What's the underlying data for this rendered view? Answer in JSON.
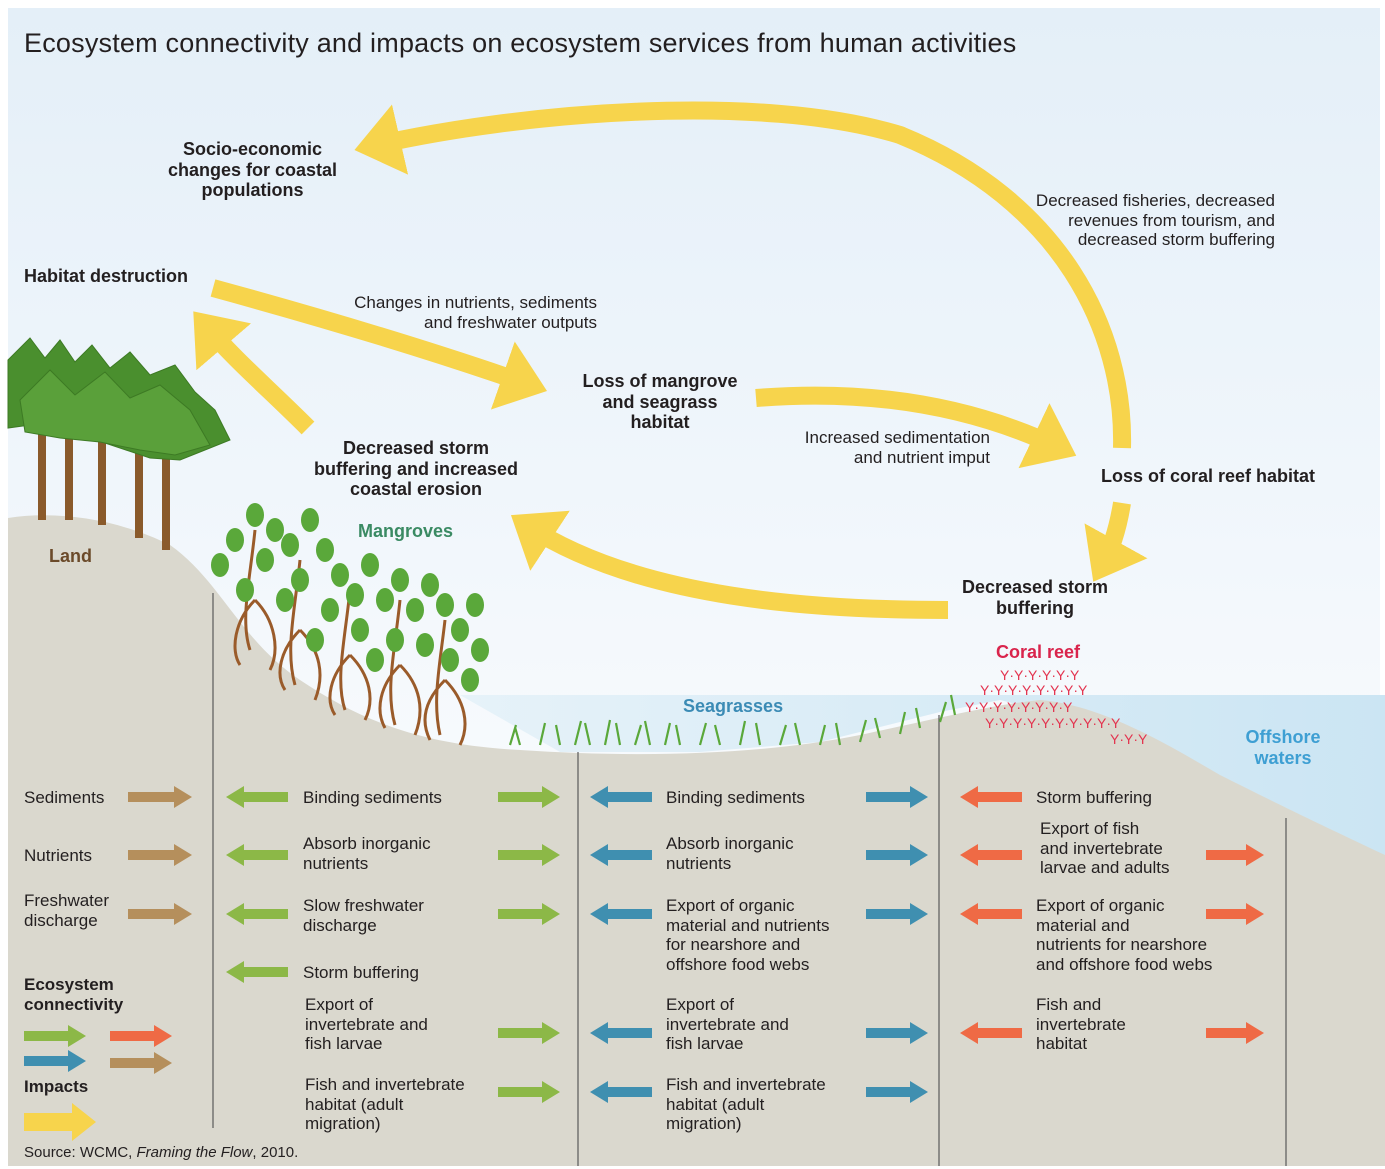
{
  "title": "Ecosystem connectivity and impacts on ecosystem services from human activities",
  "impacts": {
    "socio_economic": "Socio-economic\nchanges for coastal\npopulations",
    "decreased_fisheries": "Decreased fisheries, decreased\nrevenues from tourism, and\ndecreased storm buffering",
    "habitat_destruction": "Habitat destruction",
    "changes_nutrients": "Changes in nutrients, sediments\nand freshwater outputs",
    "loss_mangrove": "Loss of mangrove\nand seagrass\nhabitat",
    "increased_sedimentation": "Increased sedimentation\nand nutrient imput",
    "loss_coral": "Loss of coral reef habitat",
    "decreased_storm_erosion": "Decreased storm\nbuffering and increased\ncoastal erosion",
    "decreased_storm": "Decreased storm\nbuffering"
  },
  "zones": {
    "land": "Land",
    "mangroves": "Mangroves",
    "seagrasses": "Seagrasses",
    "coral_reef": "Coral reef",
    "offshore": "Offshore\nwaters"
  },
  "land_items": [
    "Sediments",
    "Nutrients",
    "Freshwater\ndischarge"
  ],
  "mangrove_services": [
    "Binding sediments",
    "Absorb inorganic\nnutrients",
    "Slow freshwater\ndischarge",
    "Storm buffering",
    "Export of\ninvertebrate and\nfish larvae",
    "Fish and invertebrate\nhabitat (adult\nmigration)"
  ],
  "seagrass_services": [
    "Binding sediments",
    "Absorb inorganic\nnutrients",
    "Export of organic\nmaterial and nutrients\nfor nearshore and\noffshore food webs",
    "Export of\ninvertebrate and\nfish larvae",
    "Fish and invertebrate\nhabitat (adult\nmigration)"
  ],
  "coral_services": [
    "Storm buffering",
    "Export of fish\nand invertebrate\nlarvae and adults",
    "Export of organic\nmaterial and\nnutrients for nearshore\nand offshore food webs",
    "Fish and\ninvertebrate\nhabitat"
  ],
  "legend": {
    "connectivity": "Ecosystem\nconnectivity",
    "impacts": "Impacts"
  },
  "source": {
    "prefix": "Source: WCMC, ",
    "work": "Framing the Flow",
    "suffix": ", 2010."
  },
  "colors": {
    "impact_arrow": "#f7d44c",
    "land": "#b58f5c",
    "mangrove": "#8cb847",
    "seagrass": "#3f8fb0",
    "coral": "#ef6a45",
    "ground": "#dad8ce",
    "water": "#d4e9f4",
    "sky_top": "#e7f1f9",
    "mangrove_label": "#3a8a63",
    "seagrass_label": "#3b8bb5",
    "coral_label": "#d9244c",
    "offshore_label": "#3e9fd3"
  }
}
